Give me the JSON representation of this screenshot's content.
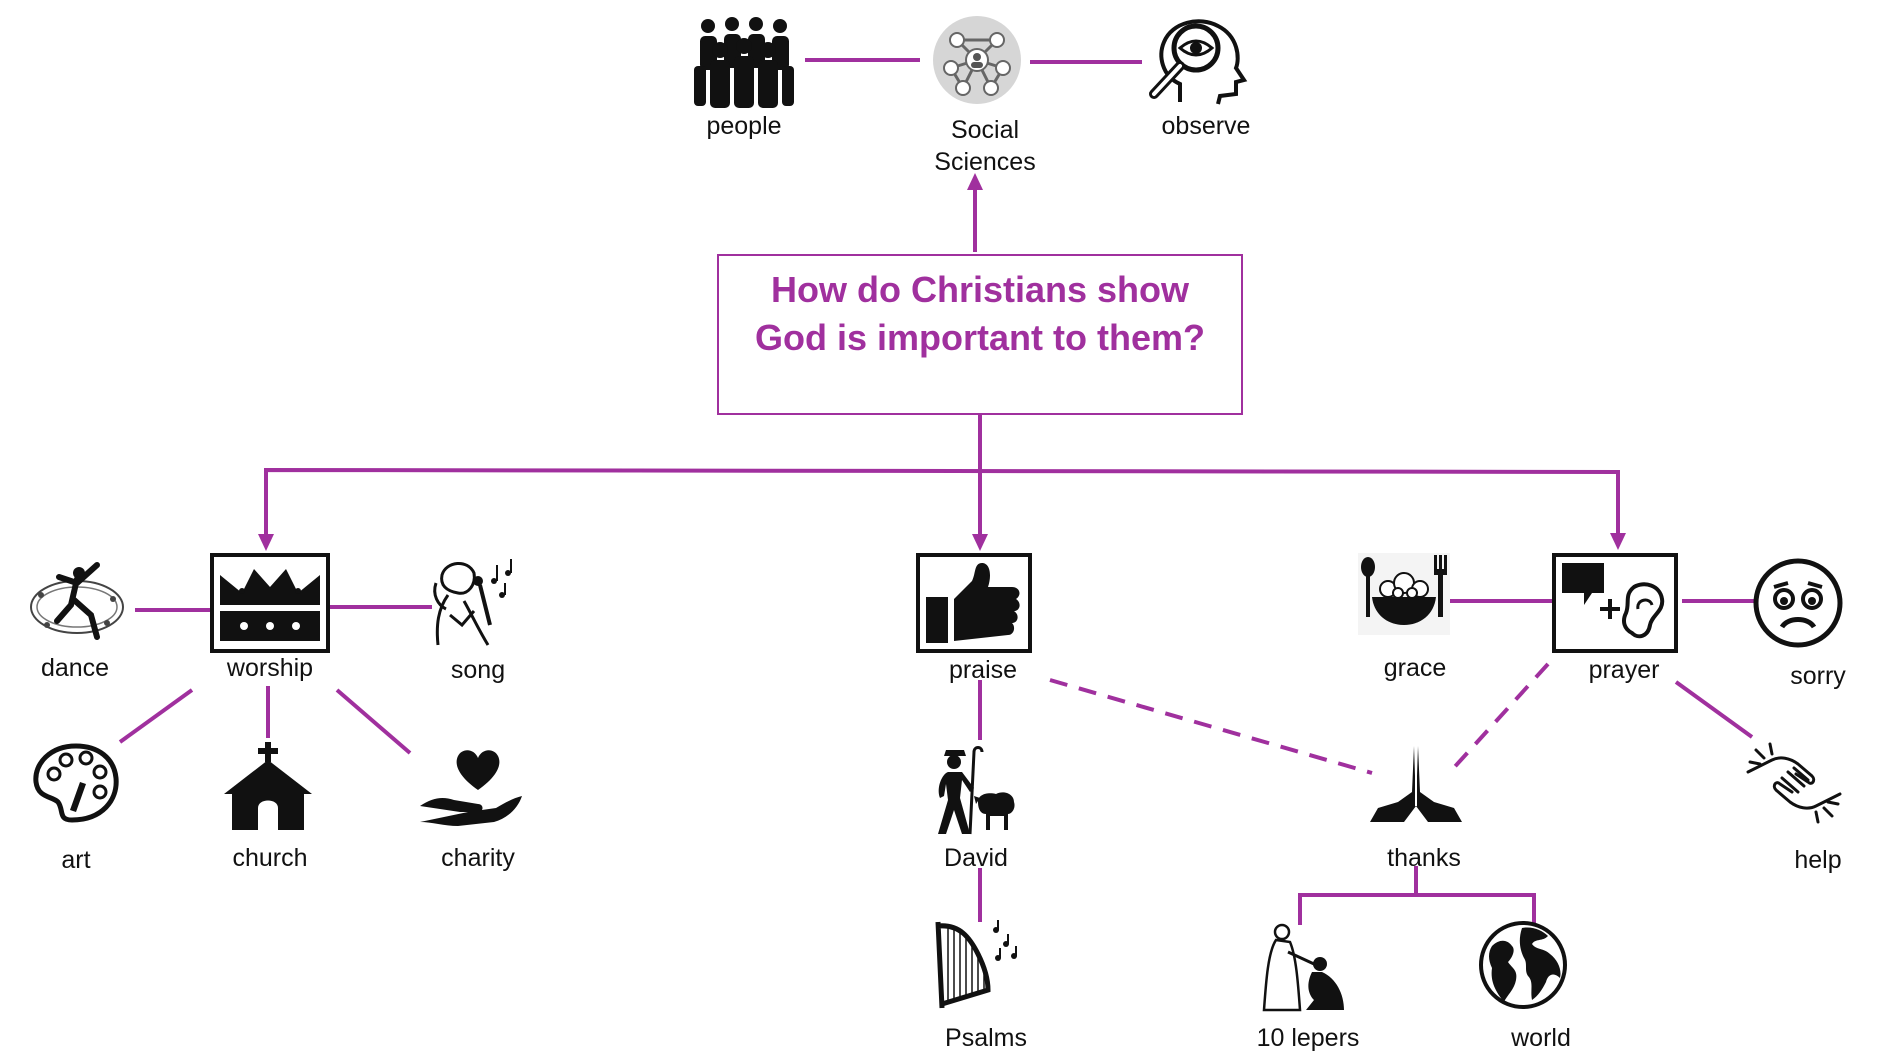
{
  "question": "How do Christians show God is important to them?",
  "colors": {
    "accent": "#a0309e",
    "icon": "#111111"
  },
  "nodes": {
    "people": {
      "label": "people",
      "icon": "crowd-icon"
    },
    "social_sciences": {
      "label": "Social Sciences",
      "icon": "network-icon"
    },
    "observe": {
      "label": "observe",
      "icon": "observe-head-icon"
    },
    "worship": {
      "label": "worship",
      "icon": "crown-icon"
    },
    "dance": {
      "label": "dance",
      "icon": "dancer-icon"
    },
    "song": {
      "label": "song",
      "icon": "singer-icon"
    },
    "art": {
      "label": "art",
      "icon": "palette-icon"
    },
    "church": {
      "label": "church",
      "icon": "church-icon"
    },
    "charity": {
      "label": "charity",
      "icon": "heart-hand-icon"
    },
    "praise": {
      "label": "praise",
      "icon": "thumbs-up-icon"
    },
    "david": {
      "label": "David",
      "icon": "shepherd-icon"
    },
    "psalms": {
      "label": "Psalms",
      "icon": "harp-icon"
    },
    "prayer": {
      "label": "prayer",
      "icon": "speech-ear-icon"
    },
    "grace": {
      "label": "grace",
      "icon": "meal-icon"
    },
    "sorry": {
      "label": "sorry",
      "icon": "sad-face-icon"
    },
    "help": {
      "label": "help",
      "icon": "helping-hands-icon"
    },
    "thanks": {
      "label": "thanks",
      "icon": "praying-hands-icon"
    },
    "lepers": {
      "label": "10 lepers",
      "icon": "healing-icon"
    },
    "world": {
      "label": "world",
      "icon": "globe-icon"
    }
  }
}
